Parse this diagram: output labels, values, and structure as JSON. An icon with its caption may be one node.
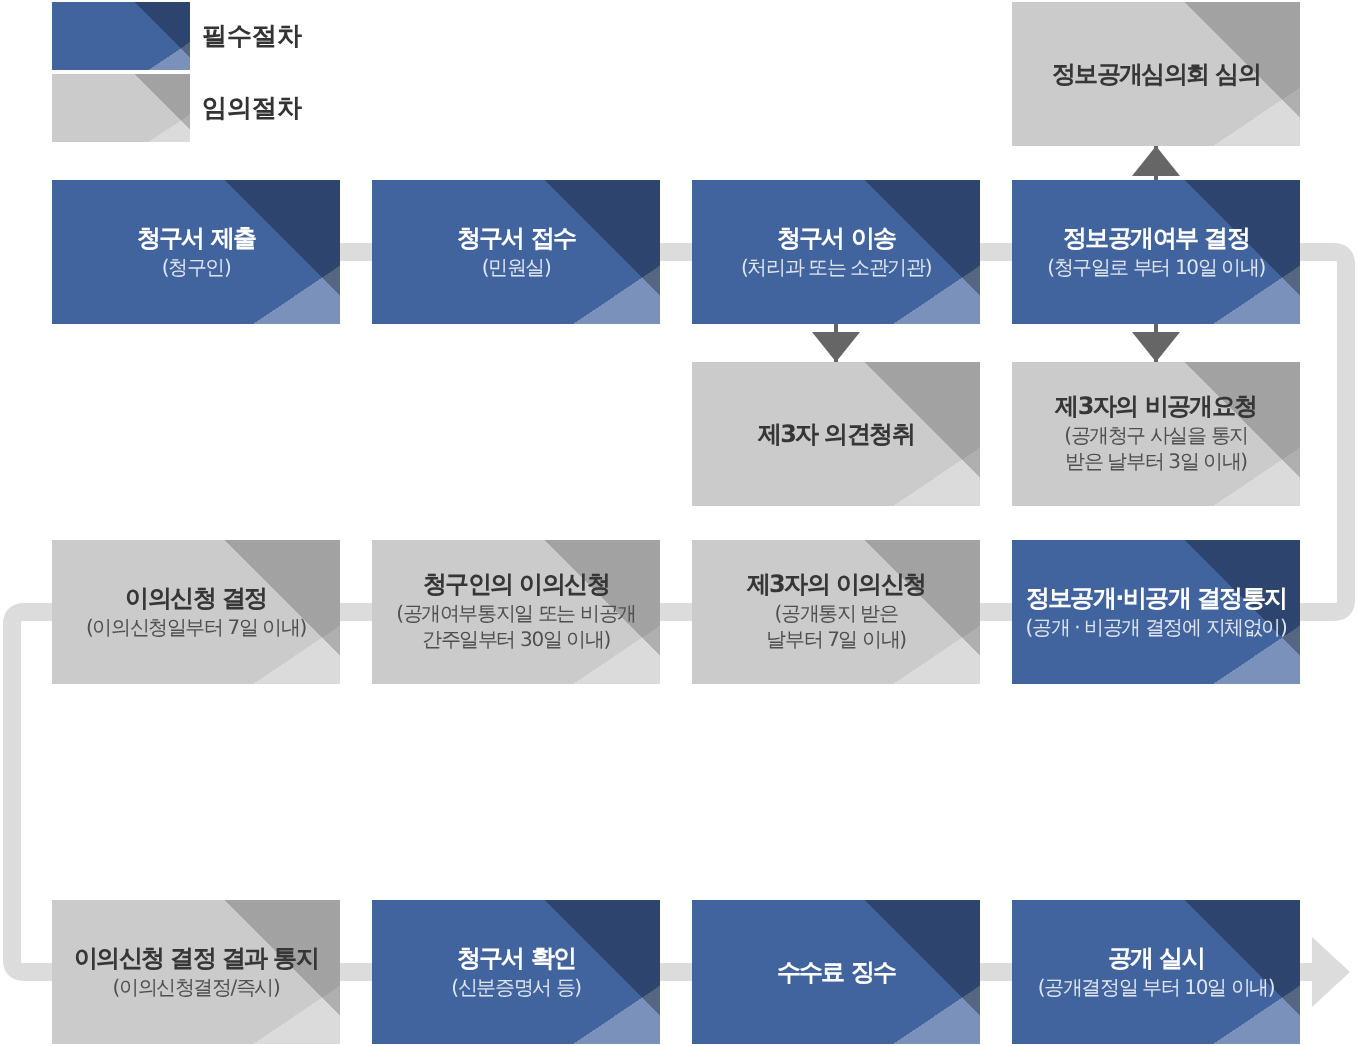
{
  "diagram": {
    "nodes": [
      {
        "text": [
          "정보공개심의회 심의"
        ]
      },
      {
        "text": [
          "청구서 제출",
          "(청구인)"
        ]
      },
      {
        "text": [
          "청구서 접수",
          "(민원실)"
        ]
      },
      {
        "text": [
          "청구서 이송",
          "(처리과 또는 소관기관)"
        ]
      },
      {
        "text": [
          "정보공개여부 결정",
          "(청구일로 부터 10일 이내)"
        ]
      },
      {
        "text": [
          "제3자 의견청취"
        ]
      },
      {
        "text": [
          "제3자의 비공개요청",
          "(공개청구 사실을 통지 받은 날부터 3일 이내)"
        ]
      },
      {
        "text": [
          "이의신청 결정",
          "(이의신청일부터 7일 이내)"
        ]
      },
      {
        "text": [
          "청구인의 이의신청",
          "(공개여부통지일 또는 비공개 간주일부터 30일 이내)"
        ]
      },
      {
        "text": [
          "제3자의 이의신청",
          "(공개통지 받은 날부터 7일 이내)"
        ]
      },
      {
        "text": [
          "정보공개·비공개 결정통지",
          "(공개 · 비공개 결정에 지체없이)"
        ]
      },
      {
        "text": [
          "이의신청 결정 결과 통지",
          "(이의신청결정/즉시)"
        ]
      },
      {
        "text": [
          "청구서 확인",
          "(신분증명서 등)"
        ]
      },
      {
        "text": [
          "수수료 징수"
        ]
      },
      {
        "text": [
          "공개 실시",
          "(공개결정일 부터 10일 이내)"
        ]
      }
    ],
    "edges": [
      {
        "from": 1,
        "to": 2,
        "arrow": "none"
      },
      {
        "from": 2,
        "to": 3,
        "arrow": "none"
      },
      {
        "from": 3,
        "to": 4,
        "arrow": "none"
      },
      {
        "from": 4,
        "to": 10,
        "arrow": "none"
      },
      {
        "from": 10,
        "to": 9,
        "arrow": "none"
      },
      {
        "from": 9,
        "to": 8,
        "arrow": "none"
      },
      {
        "from": 8,
        "to": 7,
        "arrow": "none"
      },
      {
        "from": 7,
        "to": 11,
        "arrow": "none"
      },
      {
        "from": 11,
        "to": 12,
        "arrow": "none"
      },
      {
        "from": 12,
        "to": 13,
        "arrow": "none"
      },
      {
        "from": 13,
        "to": 14,
        "arrow": "none"
      },
      {
        "from": 4,
        "to": 0,
        "arrow": "to",
        "color": "#666666"
      },
      {
        "from": 3,
        "to": 5,
        "arrow": "to",
        "color": "#666666"
      },
      {
        "from": 4,
        "to": 6,
        "arrow": "to",
        "color": "#666666"
      }
    ],
    "legend": [
      {
        "text": "필수절차",
        "color": "#41639e"
      },
      {
        "text": "임의절차",
        "color": "#cbcbcb"
      }
    ]
  }
}
